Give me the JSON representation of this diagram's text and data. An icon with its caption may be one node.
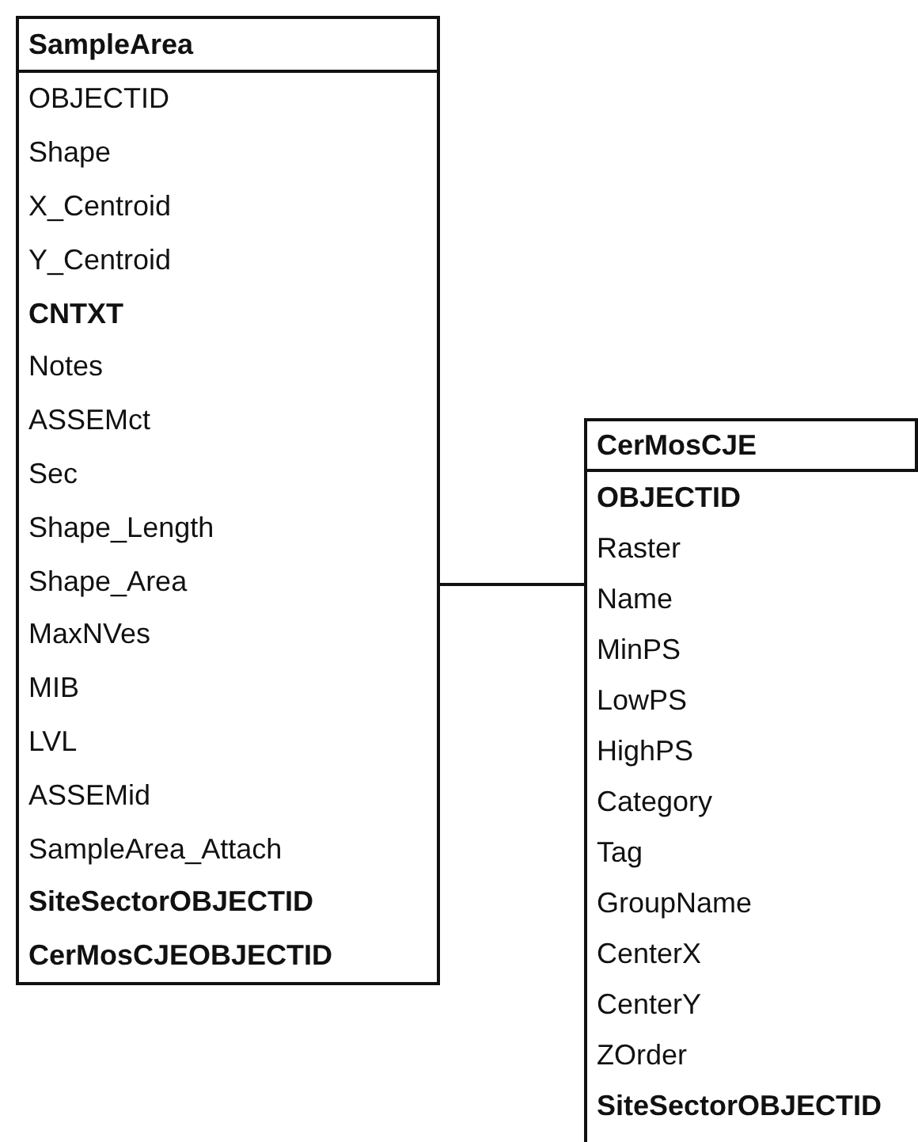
{
  "diagram": {
    "nodes": [
      {
        "text": [
          "SampleArea"
        ]
      },
      {
        "text": [
          "OBJECTID"
        ],
        "in": 0
      },
      {
        "text": [
          "Shape"
        ],
        "in": 0
      },
      {
        "text": [
          "X_Centroid"
        ],
        "in": 0
      },
      {
        "text": [
          "Y_Centroid"
        ],
        "in": 0
      },
      {
        "text": [
          "**CNTXT**"
        ],
        "in": 0
      },
      {
        "text": [
          "Notes"
        ],
        "in": 0
      },
      {
        "text": [
          "ASSEMct"
        ],
        "in": 0
      },
      {
        "text": [
          "Sec"
        ],
        "in": 0
      },
      {
        "text": [
          "Shape_Length"
        ],
        "in": 0
      },
      {
        "text": [
          "Shape_Area"
        ],
        "in": 0
      },
      {
        "text": [
          "MaxNVes"
        ],
        "in": 0
      },
      {
        "text": [
          "MIB"
        ],
        "in": 0
      },
      {
        "text": [
          "LVL"
        ],
        "in": 0
      },
      {
        "text": [
          "ASSEMid"
        ],
        "in": 0
      },
      {
        "text": [
          "SampleArea_Attach"
        ],
        "in": 0
      },
      {
        "text": [
          "**SiteSectorOBJECTID**"
        ],
        "in": 0
      },
      {
        "text": [
          "**CerMosCJEOBJECTID**"
        ],
        "in": 0
      },
      {
        "text": [
          "CerMosCJE"
        ]
      },
      {
        "text": [
          "**OBJECTID**"
        ],
        "in": 18
      },
      {
        "text": [
          "Raster"
        ],
        "in": 18
      },
      {
        "text": [
          "Name"
        ],
        "in": 18
      },
      {
        "text": [
          "MinPS"
        ],
        "in": 18
      },
      {
        "text": [
          "LowPS"
        ],
        "in": 18
      },
      {
        "text": [
          "HighPS"
        ],
        "in": 18
      },
      {
        "text": [
          "Category"
        ],
        "in": 18
      },
      {
        "text": [
          "Tag"
        ],
        "in": 18
      },
      {
        "text": [
          "GroupName"
        ],
        "in": 18
      },
      {
        "text": [
          "CenterX"
        ],
        "in": 18
      },
      {
        "text": [
          "CenterY"
        ],
        "in": 18
      },
      {
        "text": [
          "ZOrder"
        ],
        "in": 18
      },
      {
        "text": [
          "**SiteSectorOBJECTID**"
        ],
        "in": 18
      }
    ],
    "edges": [
      {
        "from": 0,
        "to": 18,
        "arrow": "none"
      }
    ]
  }
}
